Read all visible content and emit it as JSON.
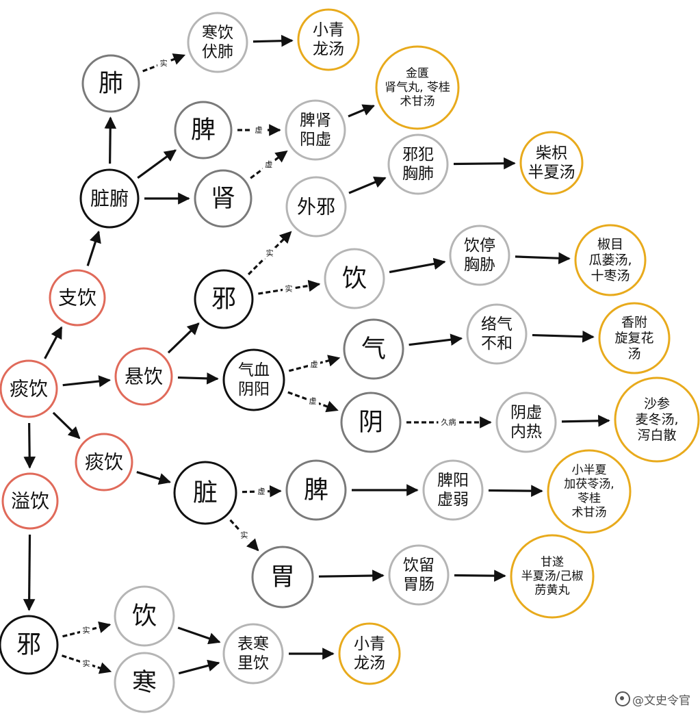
{
  "nodes": [
    {
      "id": "tanyin_root",
      "text": [
        "痰饮"
      ],
      "kind": "root"
    },
    {
      "id": "zhiyin",
      "text": [
        "支饮"
      ],
      "kind": "root"
    },
    {
      "id": "xuanyin",
      "text": [
        "悬饮"
      ],
      "kind": "root"
    },
    {
      "id": "tanyin2",
      "text": [
        "痰饮"
      ],
      "kind": "root"
    },
    {
      "id": "yiyin",
      "text": [
        "溢饮"
      ],
      "kind": "root"
    },
    {
      "id": "zangfu",
      "text": [
        "脏腑"
      ],
      "kind": "org"
    },
    {
      "id": "fei",
      "text": [
        "肺"
      ],
      "kind": "mid"
    },
    {
      "id": "pi1",
      "text": [
        "脾"
      ],
      "kind": "mid"
    },
    {
      "id": "shen",
      "text": [
        "肾"
      ],
      "kind": "mid"
    },
    {
      "id": "hanyin_fufei",
      "text": [
        "寒饮",
        "伏肺"
      ],
      "kind": "state"
    },
    {
      "id": "xqlt1",
      "text": [
        "小青",
        "龙汤"
      ],
      "kind": "formula"
    },
    {
      "id": "pishen_yangxu",
      "text": [
        "脾肾",
        "阳虚"
      ],
      "kind": "state"
    },
    {
      "id": "jingui",
      "text": [
        "金匱",
        "肾气丸, 苓桂",
        "术甘汤"
      ],
      "kind": "formula"
    },
    {
      "id": "xie1",
      "text": [
        "邪"
      ],
      "kind": "org"
    },
    {
      "id": "waixie",
      "text": [
        "外邪"
      ],
      "kind": "state"
    },
    {
      "id": "xiefan",
      "text": [
        "邪犯",
        "胸肺"
      ],
      "kind": "state"
    },
    {
      "id": "chaizhi",
      "text": [
        "柴枳",
        "半夏汤"
      ],
      "kind": "formula"
    },
    {
      "id": "yin1",
      "text": [
        "饮"
      ],
      "kind": "state"
    },
    {
      "id": "yinting",
      "text": [
        "饮停",
        "胸胁"
      ],
      "kind": "state"
    },
    {
      "id": "jiaomu",
      "text": [
        "椒目",
        "瓜蒌汤,",
        "十枣汤"
      ],
      "kind": "formula"
    },
    {
      "id": "qixue",
      "text": [
        "气血",
        "阴阳"
      ],
      "kind": "org"
    },
    {
      "id": "qi",
      "text": [
        "气"
      ],
      "kind": "mid"
    },
    {
      "id": "luoqi",
      "text": [
        "络气",
        "不和"
      ],
      "kind": "state"
    },
    {
      "id": "xiangfu",
      "text": [
        "香附",
        "旋复花",
        "汤"
      ],
      "kind": "formula"
    },
    {
      "id": "yinnode",
      "text": [
        "阴"
      ],
      "kind": "mid"
    },
    {
      "id": "yinxu",
      "text": [
        "阴虚",
        "内热"
      ],
      "kind": "state"
    },
    {
      "id": "shashen",
      "text": [
        "沙参",
        "麦冬汤,",
        "泻白散"
      ],
      "kind": "formula"
    },
    {
      "id": "zang",
      "text": [
        "脏"
      ],
      "kind": "org"
    },
    {
      "id": "pi2",
      "text": [
        "脾"
      ],
      "kind": "mid"
    },
    {
      "id": "piyang",
      "text": [
        "脾阳",
        "虚弱"
      ],
      "kind": "state"
    },
    {
      "id": "xiaobanxia",
      "text": [
        "小半夏",
        "加茯苓汤,",
        "苓桂",
        "术甘汤"
      ],
      "kind": "formula"
    },
    {
      "id": "wei",
      "text": [
        "胃"
      ],
      "kind": "mid"
    },
    {
      "id": "yinliu",
      "text": [
        "饮留",
        "胃肠"
      ],
      "kind": "state"
    },
    {
      "id": "gansui",
      "text": [
        "甘遂",
        "半夏汤/己椒",
        "苈黄丸"
      ],
      "kind": "formula"
    },
    {
      "id": "xie2",
      "text": [
        "邪"
      ],
      "kind": "org"
    },
    {
      "id": "yin2",
      "text": [
        "饮"
      ],
      "kind": "state"
    },
    {
      "id": "han",
      "text": [
        "寒"
      ],
      "kind": "state"
    },
    {
      "id": "biaohan",
      "text": [
        "表寒",
        "里饮"
      ],
      "kind": "state"
    },
    {
      "id": "xqlt2",
      "text": [
        "小青",
        "龙汤"
      ],
      "kind": "formula"
    }
  ],
  "edges": [
    {
      "from": "tanyin_root",
      "to": "zhiyin",
      "label": ""
    },
    {
      "from": "tanyin_root",
      "to": "xuanyin",
      "label": ""
    },
    {
      "from": "tanyin_root",
      "to": "tanyin2",
      "label": ""
    },
    {
      "from": "tanyin_root",
      "to": "yiyin",
      "label": ""
    },
    {
      "from": "zhiyin",
      "to": "zangfu",
      "label": ""
    },
    {
      "from": "zangfu",
      "to": "fei",
      "label": ""
    },
    {
      "from": "zangfu",
      "to": "pi1",
      "label": ""
    },
    {
      "from": "zangfu",
      "to": "shen",
      "label": ""
    },
    {
      "from": "fei",
      "to": "hanyin_fufei",
      "label": "实"
    },
    {
      "from": "hanyin_fufei",
      "to": "xqlt1",
      "label": ""
    },
    {
      "from": "pi1",
      "to": "pishen_yangxu",
      "label": "虚"
    },
    {
      "from": "shen",
      "to": "pishen_yangxu",
      "label": "虚"
    },
    {
      "from": "pishen_yangxu",
      "to": "jingui",
      "label": ""
    },
    {
      "from": "xuanyin",
      "to": "xie1",
      "label": ""
    },
    {
      "from": "xuanyin",
      "to": "qixue",
      "label": ""
    },
    {
      "from": "xie1",
      "to": "waixie",
      "label": "实"
    },
    {
      "from": "xie1",
      "to": "yin1",
      "label": "实"
    },
    {
      "from": "waixie",
      "to": "xiefan",
      "label": ""
    },
    {
      "from": "xiefan",
      "to": "chaizhi",
      "label": ""
    },
    {
      "from": "yin1",
      "to": "yinting",
      "label": ""
    },
    {
      "from": "yinting",
      "to": "jiaomu",
      "label": ""
    },
    {
      "from": "qixue",
      "to": "qi",
      "label": "虚"
    },
    {
      "from": "qixue",
      "to": "yinnode",
      "label": "虚"
    },
    {
      "from": "qi",
      "to": "luoqi",
      "label": ""
    },
    {
      "from": "luoqi",
      "to": "xiangfu",
      "label": ""
    },
    {
      "from": "yinnode",
      "to": "yinxu",
      "label": "久病"
    },
    {
      "from": "yinxu",
      "to": "shashen",
      "label": ""
    },
    {
      "from": "tanyin2",
      "to": "zang",
      "label": ""
    },
    {
      "from": "zang",
      "to": "pi2",
      "label": "虚"
    },
    {
      "from": "zang",
      "to": "wei",
      "label": "实"
    },
    {
      "from": "pi2",
      "to": "piyang",
      "label": ""
    },
    {
      "from": "piyang",
      "to": "xiaobanxia",
      "label": ""
    },
    {
      "from": "wei",
      "to": "yinliu",
      "label": ""
    },
    {
      "from": "yinliu",
      "to": "gansui",
      "label": ""
    },
    {
      "from": "yiyin",
      "to": "xie2",
      "label": ""
    },
    {
      "from": "xie2",
      "to": "yin2",
      "label": "实"
    },
    {
      "from": "xie2",
      "to": "han",
      "label": "实"
    },
    {
      "from": "yin2",
      "to": "biaohan",
      "label": ""
    },
    {
      "from": "han",
      "to": "biaohan",
      "label": ""
    },
    {
      "from": "biaohan",
      "to": "xqlt2",
      "label": ""
    }
  ],
  "watermark": "@文史令官",
  "colors": {
    "root": "#e06a5a",
    "org": "#111111",
    "mid": "#7a7a7a",
    "state": "#b5b5b5",
    "formula": "#e8aa1c",
    "arrow": "#111111"
  }
}
